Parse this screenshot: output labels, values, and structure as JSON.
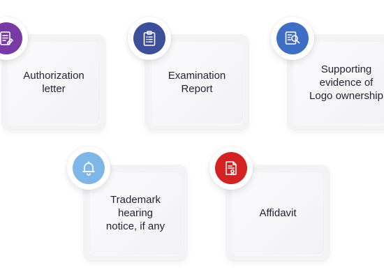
{
  "items": [
    {
      "label": "Authorization\nletter",
      "icon": "authorization-letter-icon",
      "color": "#7a3aa6"
    },
    {
      "label": "Examination\nReport",
      "icon": "clipboard-list-icon",
      "color": "#3b4f9a"
    },
    {
      "label": "Supporting\nevidence of\nLogo ownership",
      "icon": "document-search-icon",
      "color": "#3f6fc4"
    },
    {
      "label": "Trademark\nhearing\nnotice, if any",
      "icon": "bell-icon",
      "color": "#7fb6e8"
    },
    {
      "label": "Affidavit",
      "icon": "certificate-document-icon",
      "color": "#d42222"
    }
  ]
}
